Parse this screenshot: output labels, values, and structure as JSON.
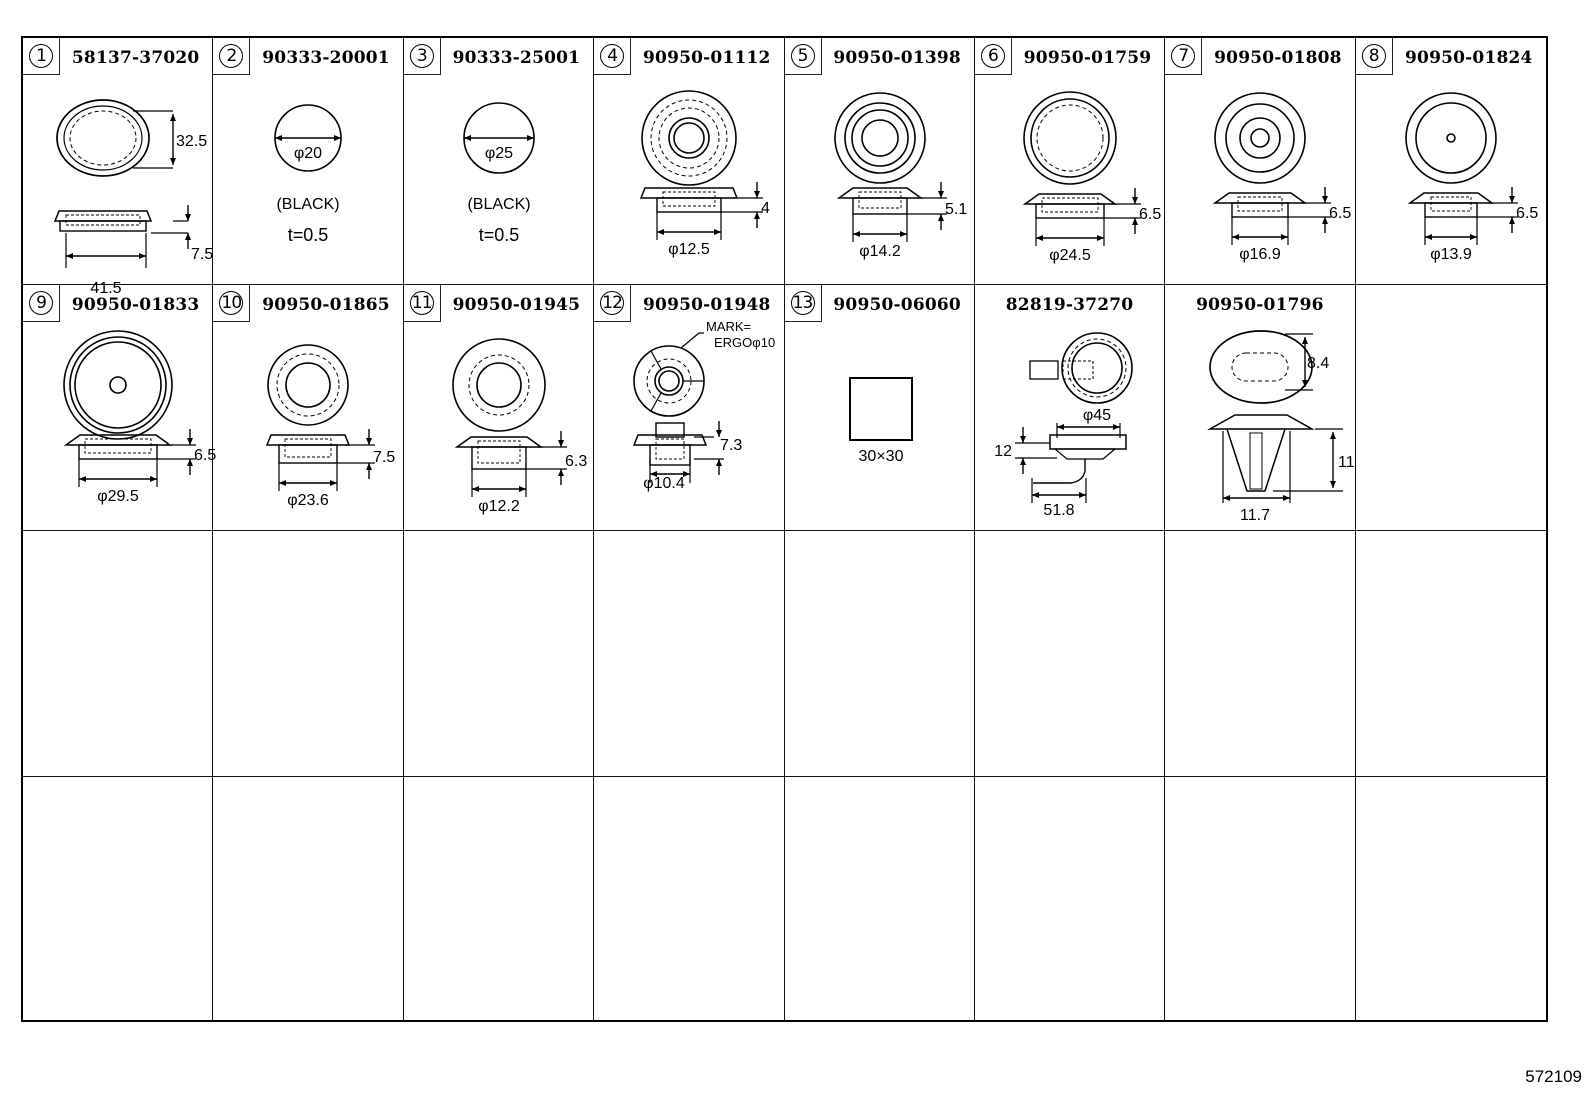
{
  "diagram": {
    "reference_number": "572109",
    "grid": {
      "columns": 8,
      "rows": 4
    },
    "parts": [
      {
        "index": "1",
        "part_number": "58137-37020",
        "shape": "oval-grommet",
        "dims": {
          "height": "32.5",
          "thickness": "7.5",
          "width": "41.5"
        }
      },
      {
        "index": "2",
        "part_number": "90333-20001",
        "shape": "disc",
        "dims": {
          "diameter": "φ20"
        },
        "color_note": "(BLACK)",
        "thickness_note": "t=0.5"
      },
      {
        "index": "3",
        "part_number": "90333-25001",
        "shape": "disc",
        "dims": {
          "diameter": "φ25"
        },
        "color_note": "(BLACK)",
        "thickness_note": "t=0.5"
      },
      {
        "index": "4",
        "part_number": "90950-01112",
        "shape": "round-grommet",
        "dims": {
          "height": "4",
          "diameter": "φ12.5"
        }
      },
      {
        "index": "5",
        "part_number": "90950-01398",
        "shape": "round-grommet",
        "dims": {
          "height": "5.1",
          "diameter": "φ14.2"
        }
      },
      {
        "index": "6",
        "part_number": "90950-01759",
        "shape": "round-grommet",
        "dims": {
          "height": "6.5",
          "diameter": "φ24.5"
        }
      },
      {
        "index": "7",
        "part_number": "90950-01808",
        "shape": "round-grommet",
        "dims": {
          "height": "6.5",
          "diameter": "φ16.9"
        }
      },
      {
        "index": "8",
        "part_number": "90950-01824",
        "shape": "round-grommet",
        "dims": {
          "height": "6.5",
          "diameter": "φ13.9"
        }
      },
      {
        "index": "9",
        "part_number": "90950-01833",
        "shape": "round-grommet",
        "dims": {
          "height": "6.5",
          "diameter": "φ29.5"
        }
      },
      {
        "index": "10",
        "part_number": "90950-01865",
        "shape": "round-grommet",
        "dims": {
          "height": "7.5",
          "diameter": "φ23.6"
        }
      },
      {
        "index": "11",
        "part_number": "90950-01945",
        "shape": "round-grommet",
        "dims": {
          "height": "6.3",
          "diameter": "φ12.2"
        }
      },
      {
        "index": "12",
        "part_number": "90950-01948",
        "shape": "marked-grommet",
        "dims": {
          "height": "7.3",
          "diameter": "φ10.4"
        },
        "mark_note_1": "MARK=",
        "mark_note_2": "ERGOφ10"
      },
      {
        "index": "13",
        "part_number": "90950-06060",
        "shape": "square-patch",
        "dims": {
          "size": "30×30"
        }
      },
      {
        "index": "",
        "part_number": "82819-37270",
        "shape": "tube-grommet",
        "dims": {
          "diameter": "φ45",
          "height": "12",
          "length": "51.8"
        }
      },
      {
        "index": "",
        "part_number": "90950-01796",
        "shape": "clip",
        "dims": {
          "slot": "8.4",
          "height": "11",
          "width": "11.7"
        }
      }
    ]
  }
}
